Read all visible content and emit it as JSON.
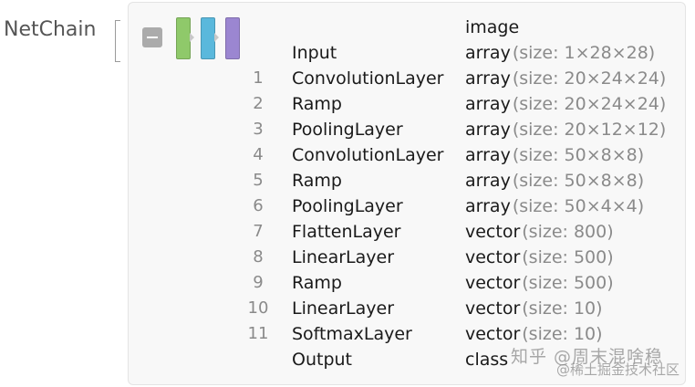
{
  "header": {
    "title": "NetChain"
  },
  "net_icon": {
    "colors": [
      "#8fc96a",
      "#5ab8dc",
      "#9b86d1"
    ]
  },
  "table": {
    "rows": [
      {
        "num": "",
        "name": "",
        "kind": "image",
        "size": ""
      },
      {
        "num": "",
        "name": "Input",
        "kind": "array",
        "size": "(size: 1×28×28)"
      },
      {
        "num": "1",
        "name": "ConvolutionLayer",
        "kind": "array",
        "size": "(size: 20×24×24)"
      },
      {
        "num": "2",
        "name": "Ramp",
        "kind": "array",
        "size": "(size: 20×24×24)"
      },
      {
        "num": "3",
        "name": "PoolingLayer",
        "kind": "array",
        "size": "(size: 20×12×12)"
      },
      {
        "num": "4",
        "name": "ConvolutionLayer",
        "kind": "array",
        "size": "(size: 50×8×8)"
      },
      {
        "num": "5",
        "name": "Ramp",
        "kind": "array",
        "size": "(size: 50×8×8)"
      },
      {
        "num": "6",
        "name": "PoolingLayer",
        "kind": "array",
        "size": "(size: 50×4×4)"
      },
      {
        "num": "7",
        "name": "FlattenLayer",
        "kind": "vector",
        "size": "(size: 800)"
      },
      {
        "num": "8",
        "name": "LinearLayer",
        "kind": "vector",
        "size": "(size: 500)"
      },
      {
        "num": "9",
        "name": "Ramp",
        "kind": "vector",
        "size": "(size: 500)"
      },
      {
        "num": "10",
        "name": "LinearLayer",
        "kind": "vector",
        "size": "(size: 10)"
      },
      {
        "num": "11",
        "name": "SoftmaxLayer",
        "kind": "vector",
        "size": "(size: 10)"
      },
      {
        "num": "",
        "name": "Output",
        "kind": "class",
        "size": ""
      }
    ]
  },
  "watermark": {
    "line1": "知乎 @周末混啥稳",
    "line2": "@稀土掘金技术社区"
  }
}
